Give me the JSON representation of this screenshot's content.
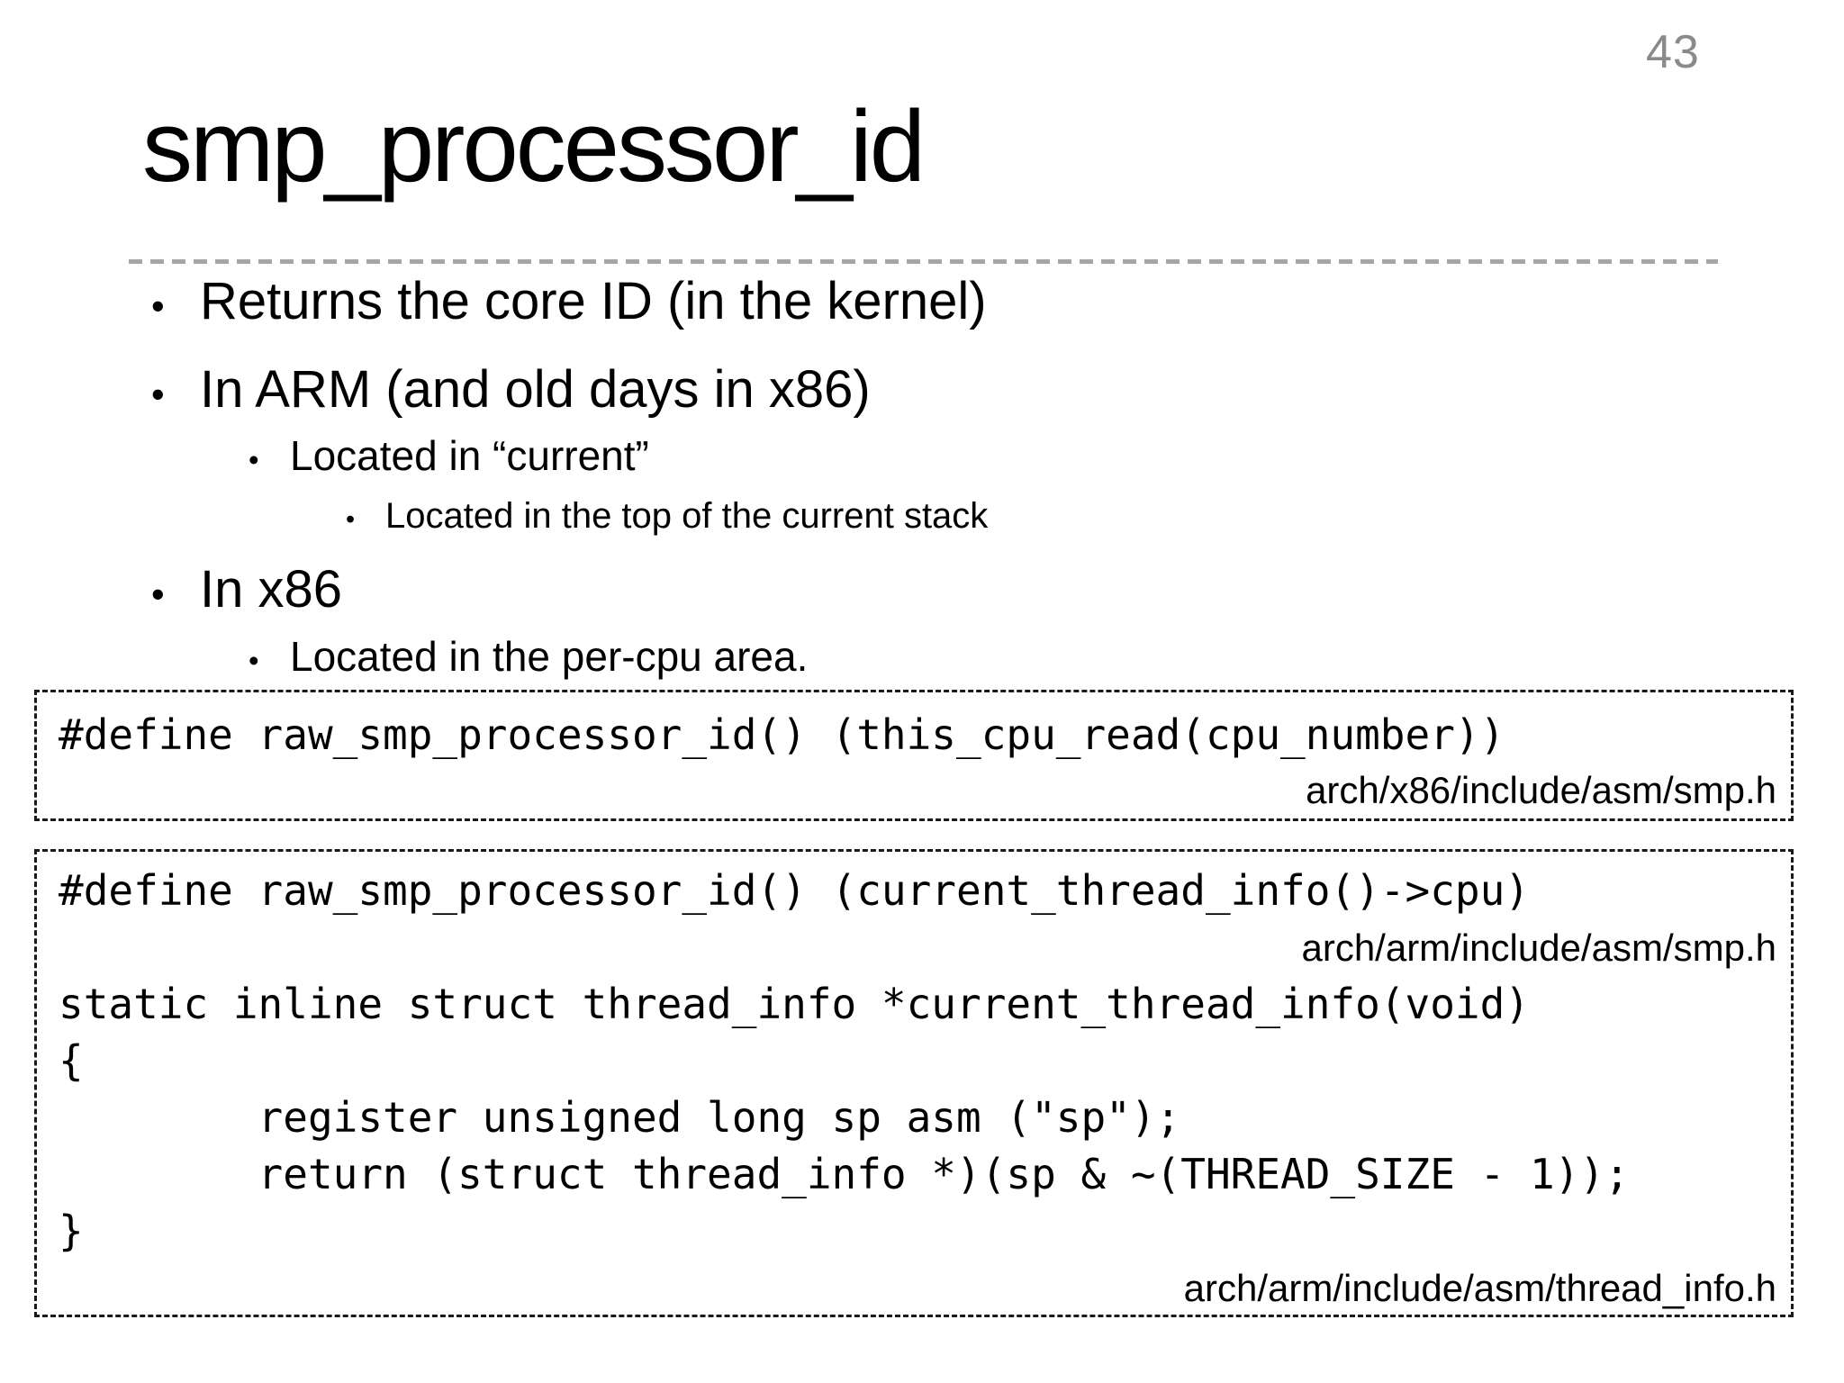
{
  "page_number": "43",
  "title": "smp_processor_id",
  "bullet_glyph": "•",
  "bullets": [
    {
      "level": 1,
      "text": "Returns the core ID (in the kernel)"
    },
    {
      "level": 1,
      "text": "In ARM (and old days in x86)"
    },
    {
      "level": 2,
      "text": "Located in “current”"
    },
    {
      "level": 3,
      "text": "Located in the top of the current stack"
    },
    {
      "level": 1,
      "text": "In x86"
    },
    {
      "level": 2,
      "text": "Located in the per-cpu area."
    }
  ],
  "code_boxes": [
    {
      "define_line": "#define raw_smp_processor_id() (this_cpu_read(cpu_number))",
      "source": "arch/x86/include/asm/smp.h"
    },
    {
      "define_line": "#define raw_smp_processor_id() (current_thread_info()->cpu)",
      "source1": "arch/arm/include/asm/smp.h",
      "code_lines": [
        "static inline struct thread_info *current_thread_info(void)",
        "{",
        "        register unsigned long sp asm (\"sp\");",
        "        return (struct thread_info *)(sp & ~(THREAD_SIZE - 1));",
        "}"
      ],
      "source2": "arch/arm/include/asm/thread_info.h"
    }
  ],
  "colors": {
    "background": "#ffffff",
    "text": "#000000",
    "page_number": "#8a8a8a",
    "separator": "#a6a6a6",
    "box_border": "#1a1a1a"
  }
}
